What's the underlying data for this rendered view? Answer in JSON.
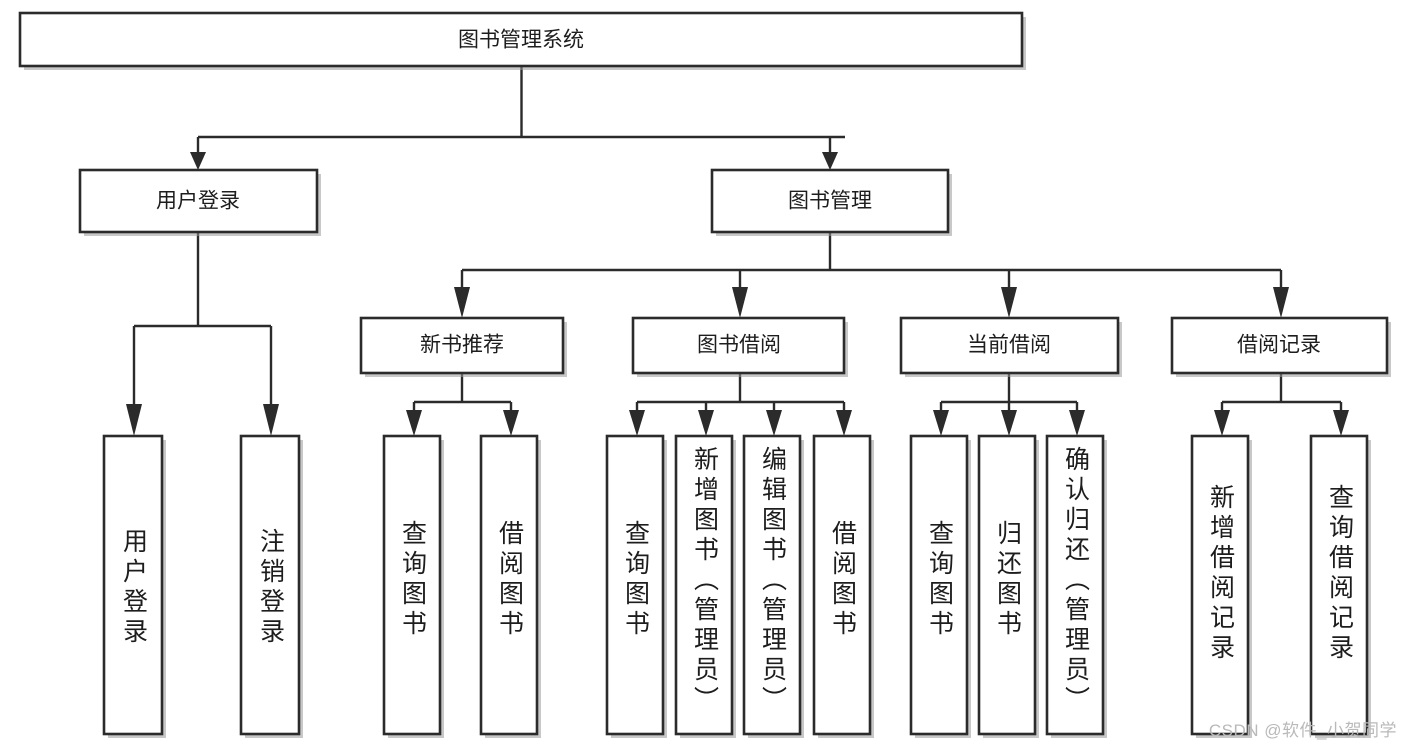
{
  "diagram": {
    "title": "图书管理系统",
    "type": "hierarchy-tree",
    "watermark": "CSDN @软件_小贺同学",
    "colors": {
      "box_stroke": "#2b2b2b",
      "box_fill": "#ffffff",
      "text": "#1d1d1d",
      "background": "#ffffff",
      "watermark": "#b9b9b9"
    },
    "levels": {
      "root": {
        "label": "图书管理系统"
      },
      "level2": [
        {
          "id": "user-login",
          "label": "用户登录"
        },
        {
          "id": "book-management",
          "label": "图书管理"
        }
      ],
      "level3": [
        {
          "id": "new-book-recommend",
          "label": "新书推荐",
          "parent": "book-management"
        },
        {
          "id": "book-borrow",
          "label": "图书借阅",
          "parent": "book-management"
        },
        {
          "id": "current-borrow",
          "label": "当前借阅",
          "parent": "book-management"
        },
        {
          "id": "borrow-record",
          "label": "借阅记录",
          "parent": "book-management"
        }
      ],
      "leaves": [
        {
          "id": "leaf-user-login",
          "label": "用户登录",
          "parent": "user-login"
        },
        {
          "id": "leaf-logout-login",
          "label": "注销登录",
          "parent": "user-login"
        },
        {
          "id": "leaf-query-book-1",
          "label": "查询图书",
          "parent": "new-book-recommend"
        },
        {
          "id": "leaf-borrow-book-1",
          "label": "借阅图书",
          "parent": "new-book-recommend"
        },
        {
          "id": "leaf-query-book-2",
          "label": "查询图书",
          "parent": "book-borrow"
        },
        {
          "id": "leaf-add-book",
          "label": "新增图书（管理员）",
          "parent": "book-borrow"
        },
        {
          "id": "leaf-edit-book",
          "label": "编辑图书（管理员）",
          "parent": "book-borrow"
        },
        {
          "id": "leaf-borrow-book-2",
          "label": "借阅图书",
          "parent": "book-borrow"
        },
        {
          "id": "leaf-query-book-3",
          "label": "查询图书",
          "parent": "current-borrow"
        },
        {
          "id": "leaf-return-book",
          "label": "归还图书",
          "parent": "current-borrow"
        },
        {
          "id": "leaf-confirm-return",
          "label": "确认归还（管理员）",
          "parent": "current-borrow"
        },
        {
          "id": "leaf-add-record",
          "label": "新增借阅记录",
          "parent": "borrow-record"
        },
        {
          "id": "leaf-query-record",
          "label": "查询借阅记录",
          "parent": "borrow-record"
        }
      ]
    }
  }
}
